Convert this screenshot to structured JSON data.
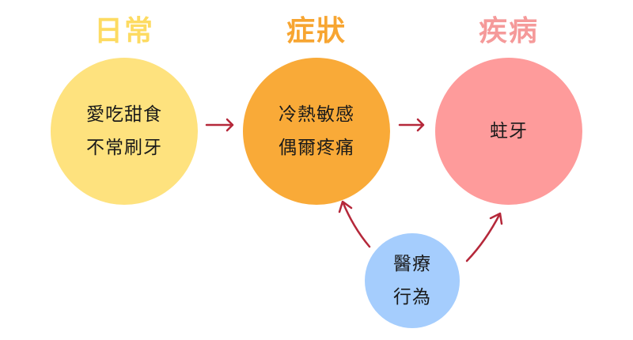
{
  "stages": [
    {
      "heading": "日常",
      "lines": [
        "愛吃甜食",
        "不常刷牙"
      ],
      "heading_color": "#fddb62",
      "fill_color": "#fee27e"
    },
    {
      "heading": "症狀",
      "lines": [
        "冷熱敏感",
        "偶爾疼痛"
      ],
      "heading_color": "#f7a531",
      "fill_color": "#f9aa38"
    },
    {
      "heading": "疾病",
      "lines": [
        "蛀牙"
      ],
      "heading_color": "#f59a9a",
      "fill_color": "#fe9b9b"
    }
  ],
  "treatment": {
    "lines": [
      "醫療",
      "行為"
    ],
    "fill_color": "#a5cdfd"
  },
  "arrow_color": "#b5283a"
}
